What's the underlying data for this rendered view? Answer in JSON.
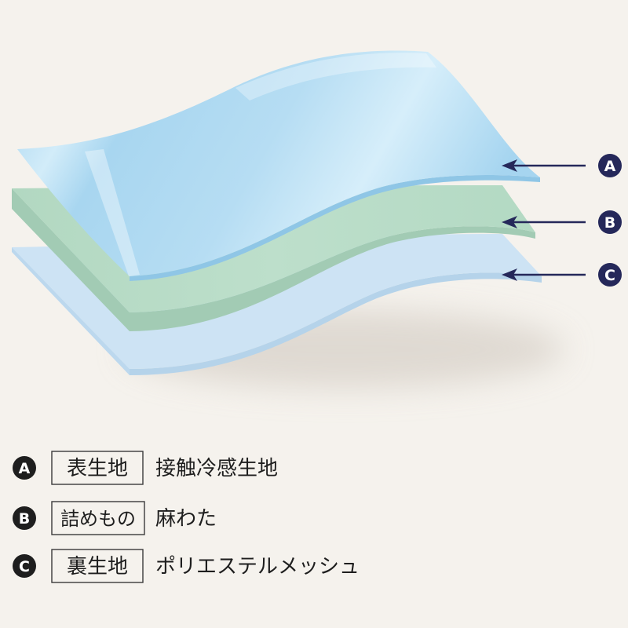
{
  "colors": {
    "background": "#f5f2ed",
    "accent": "#25285a",
    "layer_a_side": "#8fc6e6",
    "layer_b": "#b7dbc6",
    "layer_b_side": "#a2cbb4",
    "layer_c": "#cde3f4",
    "layer_c_side": "#b5d3ea"
  },
  "diagram": {
    "callouts": [
      {
        "letter": "A"
      },
      {
        "letter": "B"
      },
      {
        "letter": "C"
      }
    ]
  },
  "legend": [
    {
      "letter": "A",
      "label": "表生地",
      "description": "接触冷感生地"
    },
    {
      "letter": "B",
      "label": "詰めもの",
      "description": "麻わた"
    },
    {
      "letter": "C",
      "label": "裏生地",
      "description": "ポリエステルメッシュ"
    }
  ]
}
